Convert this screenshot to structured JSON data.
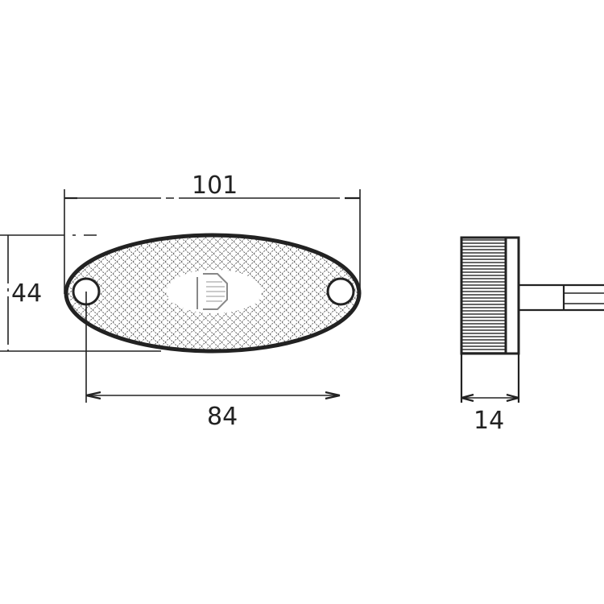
{
  "drawing": {
    "dimensions": {
      "overall_length": "101",
      "height": "44",
      "hole_spacing": "84",
      "depth": "14"
    },
    "colors": {
      "line": "#222222",
      "background": "#ffffff",
      "hatch": "#555555"
    }
  }
}
